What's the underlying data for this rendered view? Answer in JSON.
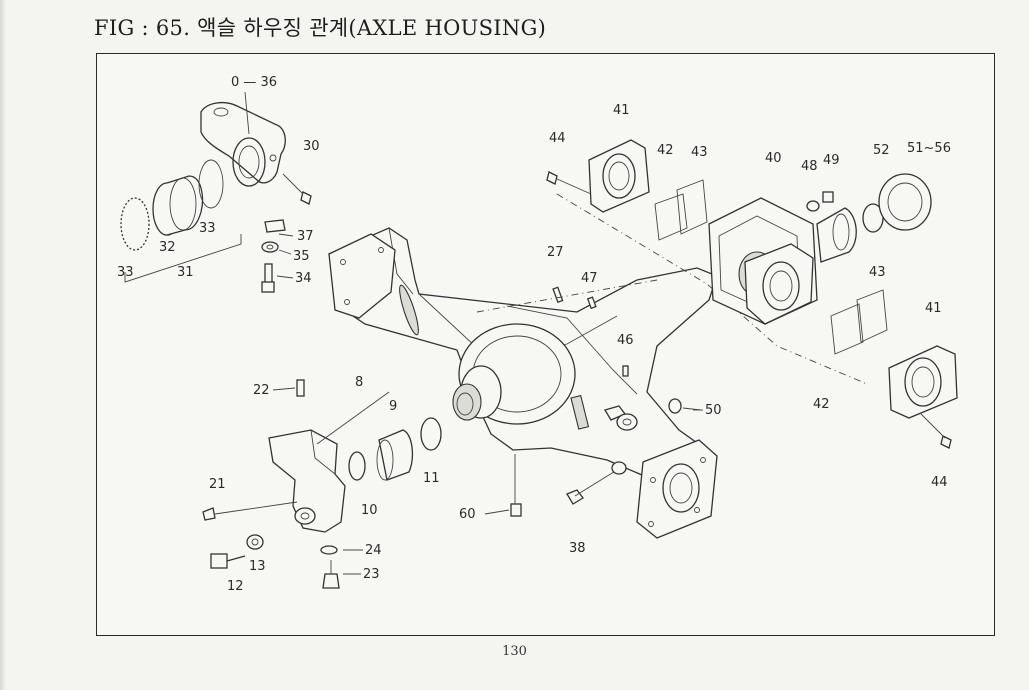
{
  "document": {
    "title": "FIG : 65. 액슬 하우징 관계(AXLE HOUSING)",
    "page_number": "130"
  },
  "callouts": {
    "c0_36": "0 — 36",
    "c30": "30",
    "c33a": "33",
    "c32": "32",
    "c33b": "33",
    "c31": "31",
    "c37": "37",
    "c35": "35",
    "c34": "34",
    "c41_top": "41",
    "c44_top": "44",
    "c42_top": "42",
    "c43_top": "43",
    "c40": "40",
    "c48": "48",
    "c49": "49",
    "c52": "52",
    "c51_56": "51~56",
    "c27": "27",
    "c47": "47",
    "c43_right": "43",
    "c41_right": "41",
    "c46": "46",
    "c42_right": "42",
    "c50": "50",
    "c44_bottom": "44",
    "c22": "22",
    "c8": "8",
    "c9": "9",
    "c11": "11",
    "c21": "21",
    "c10": "10",
    "c24": "24",
    "c13": "13",
    "c12": "12",
    "c23": "23",
    "c60": "60",
    "c38": "38"
  }
}
